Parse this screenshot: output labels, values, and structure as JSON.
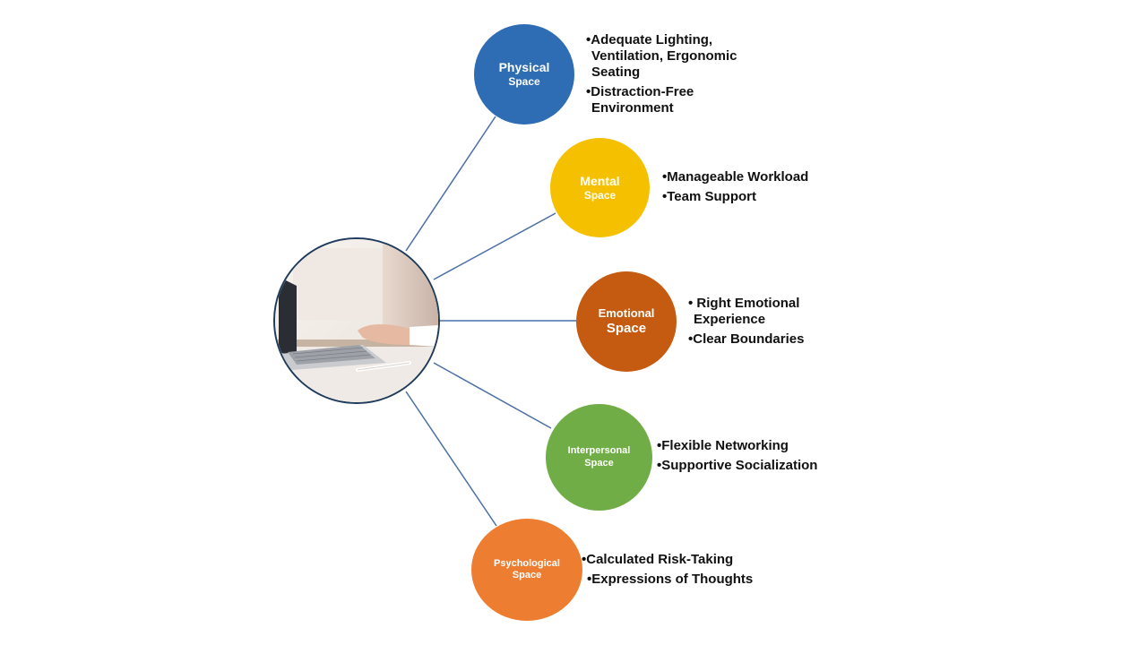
{
  "center": {
    "image": "laptop-typing-photo"
  },
  "colors": {
    "connector": "#4a6fa5",
    "physical": "#2e6db4",
    "mental": "#f5c000",
    "emotional": "#c55a11",
    "interpersonal": "#70ad47",
    "psychological": "#ed7d31"
  },
  "nodes": [
    {
      "id": "physical",
      "title_line1": "Physical",
      "title_line2": "Space",
      "bullets": [
        [
          "•Adequate Lighting,",
          "Ventilation, Ergonomic",
          "Seating"
        ],
        [
          "•Distraction-Free",
          "Environment"
        ]
      ]
    },
    {
      "id": "mental",
      "title_line1": "Mental",
      "title_line2": "Space",
      "bullets": [
        [
          "•Manageable Workload"
        ],
        [
          "•Team Support"
        ]
      ]
    },
    {
      "id": "emotional",
      "title_line1": "Emotional",
      "title_line2": "Space",
      "bullets": [
        [
          "• Right Emotional",
          "Experience"
        ],
        [
          "•Clear Boundaries"
        ]
      ]
    },
    {
      "id": "interpersonal",
      "title_line1": "Interpersonal",
      "title_line2": "Space",
      "bullets": [
        [
          "•Flexible Networking"
        ],
        [
          "•Supportive Socialization"
        ]
      ]
    },
    {
      "id": "psychological",
      "title_line1": "Psychological",
      "title_line2": "Space",
      "bullets": [
        [
          "•Calculated Risk-Taking"
        ],
        [
          "•Expressions of Thoughts"
        ]
      ]
    }
  ]
}
